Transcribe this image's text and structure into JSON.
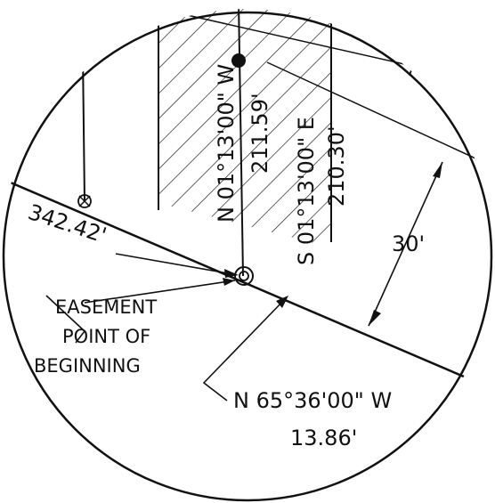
{
  "labels": {
    "bearing_west": "N 01°13'00\" W",
    "dist_west": "211.59'",
    "bearing_east": "S 01°13'00\" E",
    "dist_east": "210.30'",
    "offset_dist": "342.42'",
    "easement_width": "30'",
    "easement_pob_line1": "EASEMENT",
    "easement_pob_line2": "POINT OF",
    "easement_pob_line3": "BEGINNING",
    "tie_bearing": "N 65°36'00\" W",
    "tie_dist": "13.86'"
  },
  "colors": {
    "ink": "#111111",
    "paper": "#ffffff"
  }
}
